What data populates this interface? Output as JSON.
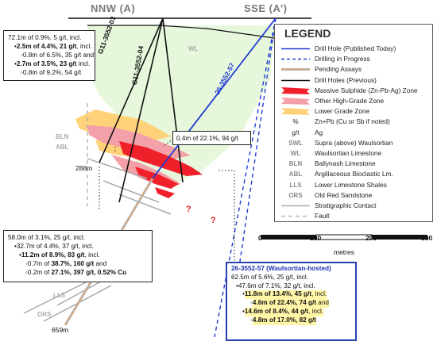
{
  "section": {
    "left_label": "NNW (A)",
    "right_label": "SSE (A’)"
  },
  "drill_labels": {
    "h1": "G11-3552-03",
    "h2": "G11-3552-04",
    "h3": "26-3552-57"
  },
  "depths": {
    "d288": "288m",
    "d659": "659m"
  },
  "strat_labels": {
    "wl": "WL",
    "bln": "BLN",
    "abl": "ABL",
    "lls": "LLS",
    "ors": "ORS"
  },
  "question_mark": "?",
  "box_top_left": {
    "lines": [
      {
        "text": "72.1m of 0.9%, 5 g/t, incl.",
        "level": 1,
        "bold": false,
        "bullet": ""
      },
      {
        "text": "2.5m of 4.4%, 21 g/t",
        "suffix": ", incl.",
        "level": 1,
        "bold": true,
        "bullet": "bul"
      },
      {
        "text": "0.8m of 6.5%, 35 g/t and",
        "level": 2,
        "bold": false,
        "bullet": "sub"
      },
      {
        "text": "2.7m of 3.5%, 23 g/t",
        "suffix": " incl.",
        "level": 1,
        "bold": true,
        "bullet": "bul"
      },
      {
        "text": "0.8m of 9.2%, 54 g/t",
        "level": 2,
        "bold": false,
        "bullet": "sub"
      }
    ]
  },
  "box_mid": {
    "text": "0.4m of 22.1%, 94 g/t"
  },
  "box_bottom_left": {
    "lines": [
      {
        "text": "58.0m of 3.1%, 25 g/t, incl.",
        "level": 1,
        "bold": false,
        "bullet": ""
      },
      {
        "text": "32.7m of 4.4%, 37 g/t, incl.",
        "level": 1,
        "bold": false,
        "bullet": "bul"
      },
      {
        "text": "11.2m of 8.9%, 83 g/t",
        "suffix": ", incl.",
        "level": 2,
        "bold": true,
        "bullet": "bul"
      },
      {
        "pre": "0.7m of ",
        "text": "38.7%, 160 g/t",
        "suffix": " and",
        "level": 3,
        "bold": true,
        "bullet": "sub"
      },
      {
        "pre": "0.2m of ",
        "text": "27.1%, 397 g/t, 0.52% Cu",
        "level": 3,
        "bold": true,
        "bullet": "sub"
      }
    ]
  },
  "box_blue": {
    "title": "26-3552-57 (Waulsortian-hosted)",
    "lines": [
      {
        "text": "62.5m of 5.6%, 25 g/t, incl.",
        "level": 1,
        "bold": false,
        "bullet": "",
        "hl": false
      },
      {
        "text": "47.6m of 7.1%, 32 g/t, incl.",
        "level": 1,
        "bold": false,
        "bullet": "bul",
        "hl": false
      },
      {
        "text": "11.8m of 13.4%, 45 g/t",
        "suffix": ", incl.",
        "level": 2,
        "bold": true,
        "bullet": "bul",
        "hl": true
      },
      {
        "text": "4.6m of 22.4%, 74 g/t",
        "suffix": " and",
        "level": 3,
        "bold": true,
        "bullet": "sub",
        "hl": true
      },
      {
        "text": "14.6m of 8.4%, 44 g/t",
        "suffix": ", incl.",
        "level": 2,
        "bold": true,
        "bullet": "bul",
        "hl": true
      },
      {
        "text": "4.8m of 17.0%, 82 g/t",
        "level": 3,
        "bold": true,
        "bullet": "sub",
        "hl": true
      }
    ]
  },
  "legend": {
    "title": "LEGEND",
    "items": [
      {
        "symbol": "line-blue",
        "label": "Drill Hole (Published Today)"
      },
      {
        "symbol": "line-blue-dash",
        "label": "Drilling in Progress"
      },
      {
        "symbol": "line-orange-dash",
        "label": "Pending Assays"
      },
      {
        "symbol": "line-black",
        "label": "Drill Holes (Previous)"
      },
      {
        "symbol": "fill-red",
        "label": "Massive Sulphide (Zn-Pb-Ag) Zone"
      },
      {
        "symbol": "fill-pink",
        "label": "Other High-Grade Zone"
      },
      {
        "symbol": "fill-yellow",
        "label": "Lower Grade Zone"
      },
      {
        "symbol": "abbr",
        "abbr": "%",
        "dark": true,
        "label": "Zn+Pb (Cu or Sb if noted)"
      },
      {
        "symbol": "abbr",
        "abbr": "g/t",
        "dark": true,
        "label": "Ag"
      },
      {
        "symbol": "abbr",
        "abbr": "SWL",
        "label": "Supra (above) Waulsortian"
      },
      {
        "symbol": "abbr",
        "abbr": "WL",
        "label": "Waulsortian Limestone"
      },
      {
        "symbol": "abbr",
        "abbr": "BLN",
        "label": "Ballynash Limestone"
      },
      {
        "symbol": "abbr",
        "abbr": "ABL",
        "label": "Argillaceous Bioclastic Lm."
      },
      {
        "symbol": "abbr",
        "abbr": "LLS",
        "label": "Lower Limestone Shales"
      },
      {
        "symbol": "abbr",
        "abbr": "ORS",
        "label": "Old Red Sandstone"
      },
      {
        "symbol": "line-grey",
        "label": "Stratigraphic Contact"
      },
      {
        "symbol": "line-grey-dash",
        "label": "Fault"
      }
    ]
  },
  "scale": {
    "ticks": [
      "0",
      "100",
      "200",
      "300"
    ],
    "unit": "metres"
  },
  "colors": {
    "drill_blue": "#1f3bd0",
    "massive_sulphide": "#f0202a",
    "high_grade": "#f3a0a8",
    "lower_grade": "#ffd27a",
    "wl_green": "#e6f7dc",
    "pending_orange": "#e8a060"
  }
}
